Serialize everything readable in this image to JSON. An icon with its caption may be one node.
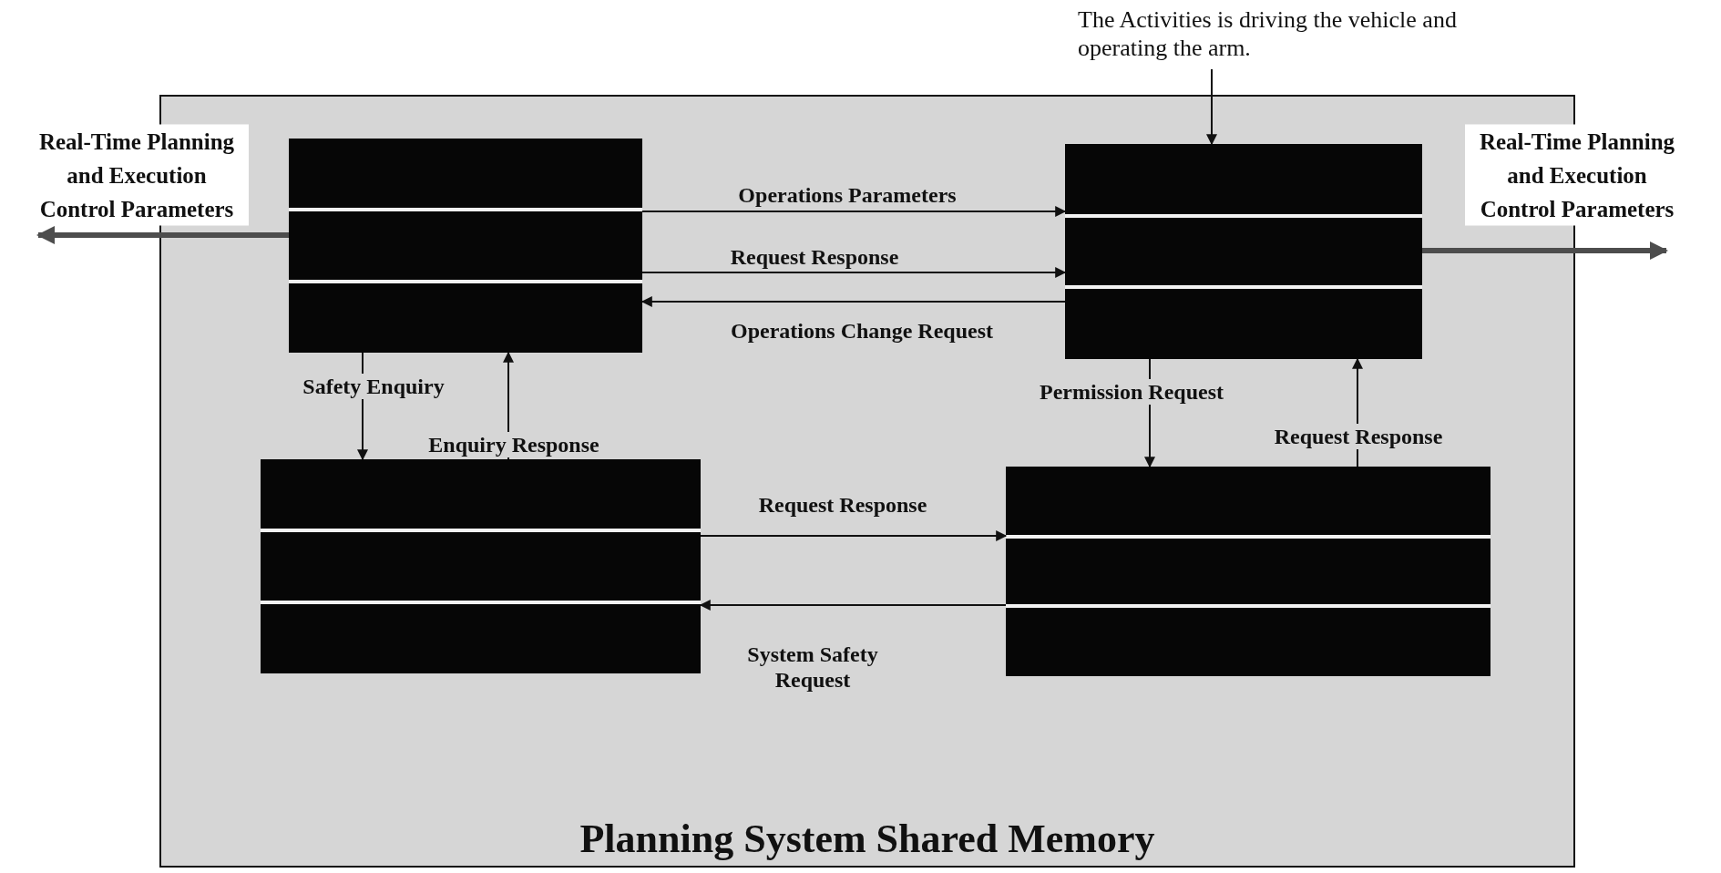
{
  "diagram": {
    "nodes": [
      {
        "text": [
          "Planning System Shared Memory"
        ]
      },
      {
        "text": [],
        "shape": "box",
        "in": 0
      },
      {
        "text": [],
        "shape": "box",
        "in": 0
      },
      {
        "text": [],
        "shape": "box",
        "in": 0
      },
      {
        "text": [],
        "shape": "box",
        "in": 0
      },
      {
        "text": [
          "The Activities is driving the vehicle and operating the arm."
        ]
      }
    ],
    "edges": [
      {
        "from": 1,
        "to": 2,
        "arrow": "to",
        "label": "Operations Parameters"
      },
      {
        "from": 1,
        "to": 2,
        "arrow": "to",
        "label": "Request Response"
      },
      {
        "from": 2,
        "to": 1,
        "arrow": "to",
        "label": "Operations Change Request"
      },
      {
        "from": 1,
        "to": 3,
        "arrow": "to",
        "label": "Safety Enquiry"
      },
      {
        "from": 3,
        "to": 1,
        "arrow": "to",
        "label": "Enquiry Response"
      },
      {
        "from": 2,
        "to": 4,
        "arrow": "to",
        "label": "Permission Request"
      },
      {
        "from": 4,
        "to": 2,
        "arrow": "to",
        "label": "Request Response"
      },
      {
        "from": 3,
        "to": 4,
        "arrow": "to",
        "label": "Request Response"
      },
      {
        "from": 4,
        "to": 3,
        "arrow": "to",
        "label": "System Safety Request"
      },
      {
        "from": 5,
        "to": 2,
        "arrow": "to"
      },
      {
        "from": 1,
        "to": null,
        "arrow": "to",
        "label": "Real-Time Planning and Execution Control Parameters",
        "style": "thick",
        "color": "#4d4d4d"
      },
      {
        "from": 2,
        "to": null,
        "arrow": "to",
        "label": "Real-Time Planning and Execution Control Parameters",
        "style": "thick",
        "color": "#4d4d4d"
      }
    ]
  }
}
